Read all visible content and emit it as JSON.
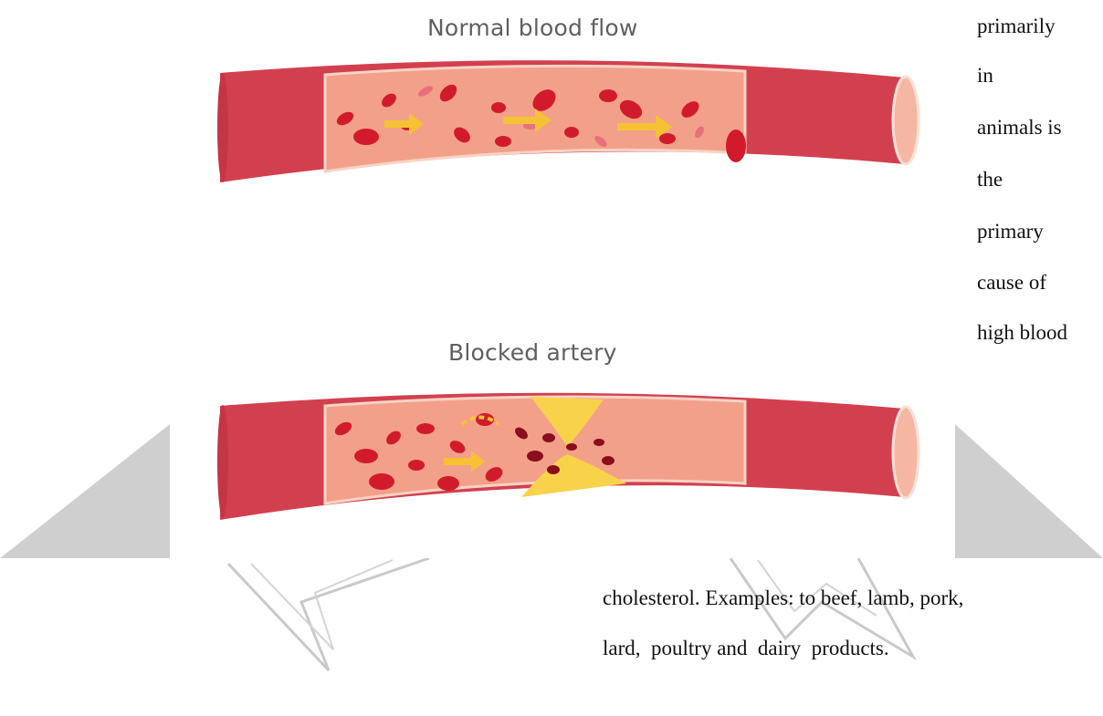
{
  "figure": {
    "normal_title": "Normal blood flow",
    "blocked_title": "Blocked artery"
  },
  "column_words": [
    "primarily",
    "in",
    "animals is",
    "the",
    "primary",
    "cause of",
    "high blood"
  ],
  "body_lines": [
    "cholesterol. Examples: to beef, lamb, pork,",
    "lard,  poultry and  dairy  products."
  ]
}
